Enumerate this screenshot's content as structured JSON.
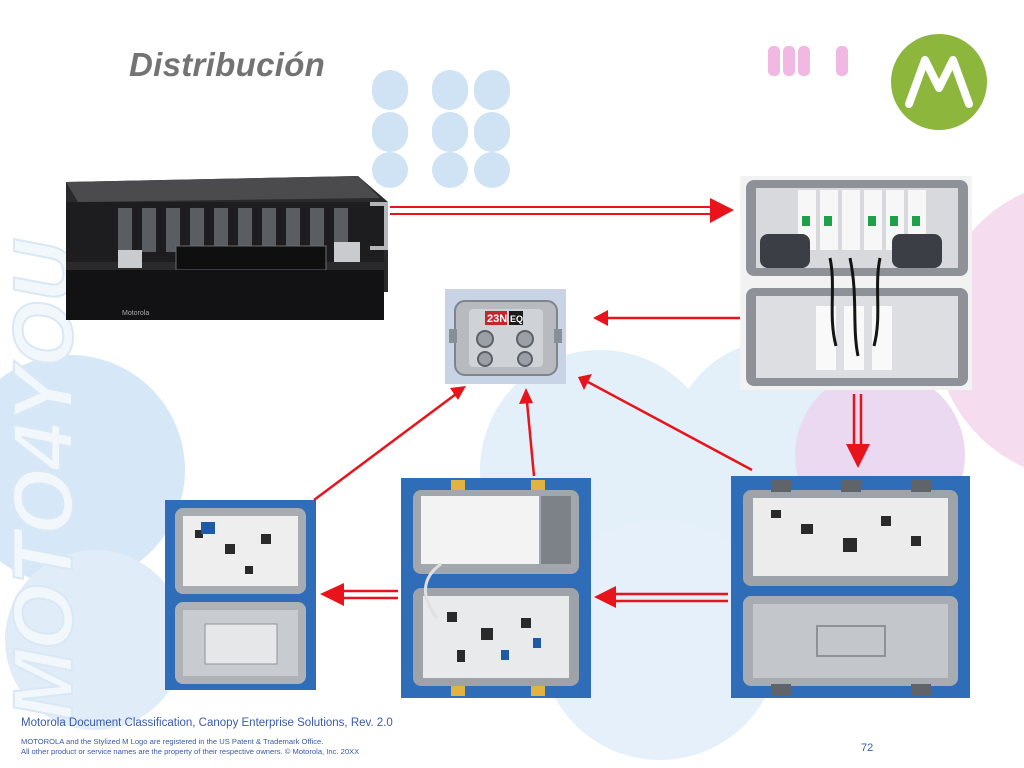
{
  "slide": {
    "title": "Distribución",
    "watermark_text": "MOTO4YOU",
    "colors": {
      "title": "#737373",
      "logo_green": "#8db63c",
      "arrow_red": "#e8141b",
      "footer_blue": "#3a5aa8",
      "deco_blue": "#d6e8f7",
      "deco_pink": "#f6dcef"
    },
    "logo": {
      "icon": "motorola-batwing-m-icon"
    }
  },
  "devices": [
    {
      "id": "headend",
      "name": "headend-rack-unit",
      "icon": "rack-chassis-icon",
      "front_label": "Motorola"
    },
    {
      "id": "node",
      "name": "optical-node",
      "icon": "open-node-housing-icon"
    },
    {
      "id": "tap",
      "name": "tap-splitter",
      "icon": "tap-icon",
      "label": "23N",
      "badge": "EQ"
    },
    {
      "id": "amp-large",
      "name": "trunk-amplifier",
      "icon": "open-amplifier-housing-icon"
    },
    {
      "id": "amp-mid",
      "name": "bridger-amplifier",
      "icon": "open-amplifier-housing-icon"
    },
    {
      "id": "amp-small",
      "name": "line-extender",
      "icon": "open-amplifier-housing-icon"
    }
  ],
  "connections": [
    {
      "from": "headend",
      "to": "node",
      "style": "double"
    },
    {
      "from": "node",
      "to": "tap",
      "style": "single"
    },
    {
      "from": "node",
      "to": "amp-large",
      "style": "double"
    },
    {
      "from": "amp-large",
      "to": "amp-mid",
      "style": "double"
    },
    {
      "from": "amp-mid",
      "to": "amp-small",
      "style": "double"
    },
    {
      "from": "amp-large",
      "to": "tap",
      "style": "single"
    },
    {
      "from": "amp-mid",
      "to": "tap",
      "style": "single"
    },
    {
      "from": "amp-small",
      "to": "tap",
      "style": "single"
    }
  ],
  "footer": {
    "classification": "Motorola Document Classification, Canopy Enterprise Solutions, Rev. 2.0",
    "trademark_line1": "MOTOROLA and the Stylized M Logo are registered in the US Patent & Trademark Office.",
    "trademark_line2": "All other product or service names are the property of their respective owners. © Motorola, Inc. 20XX",
    "page_number": "72"
  }
}
